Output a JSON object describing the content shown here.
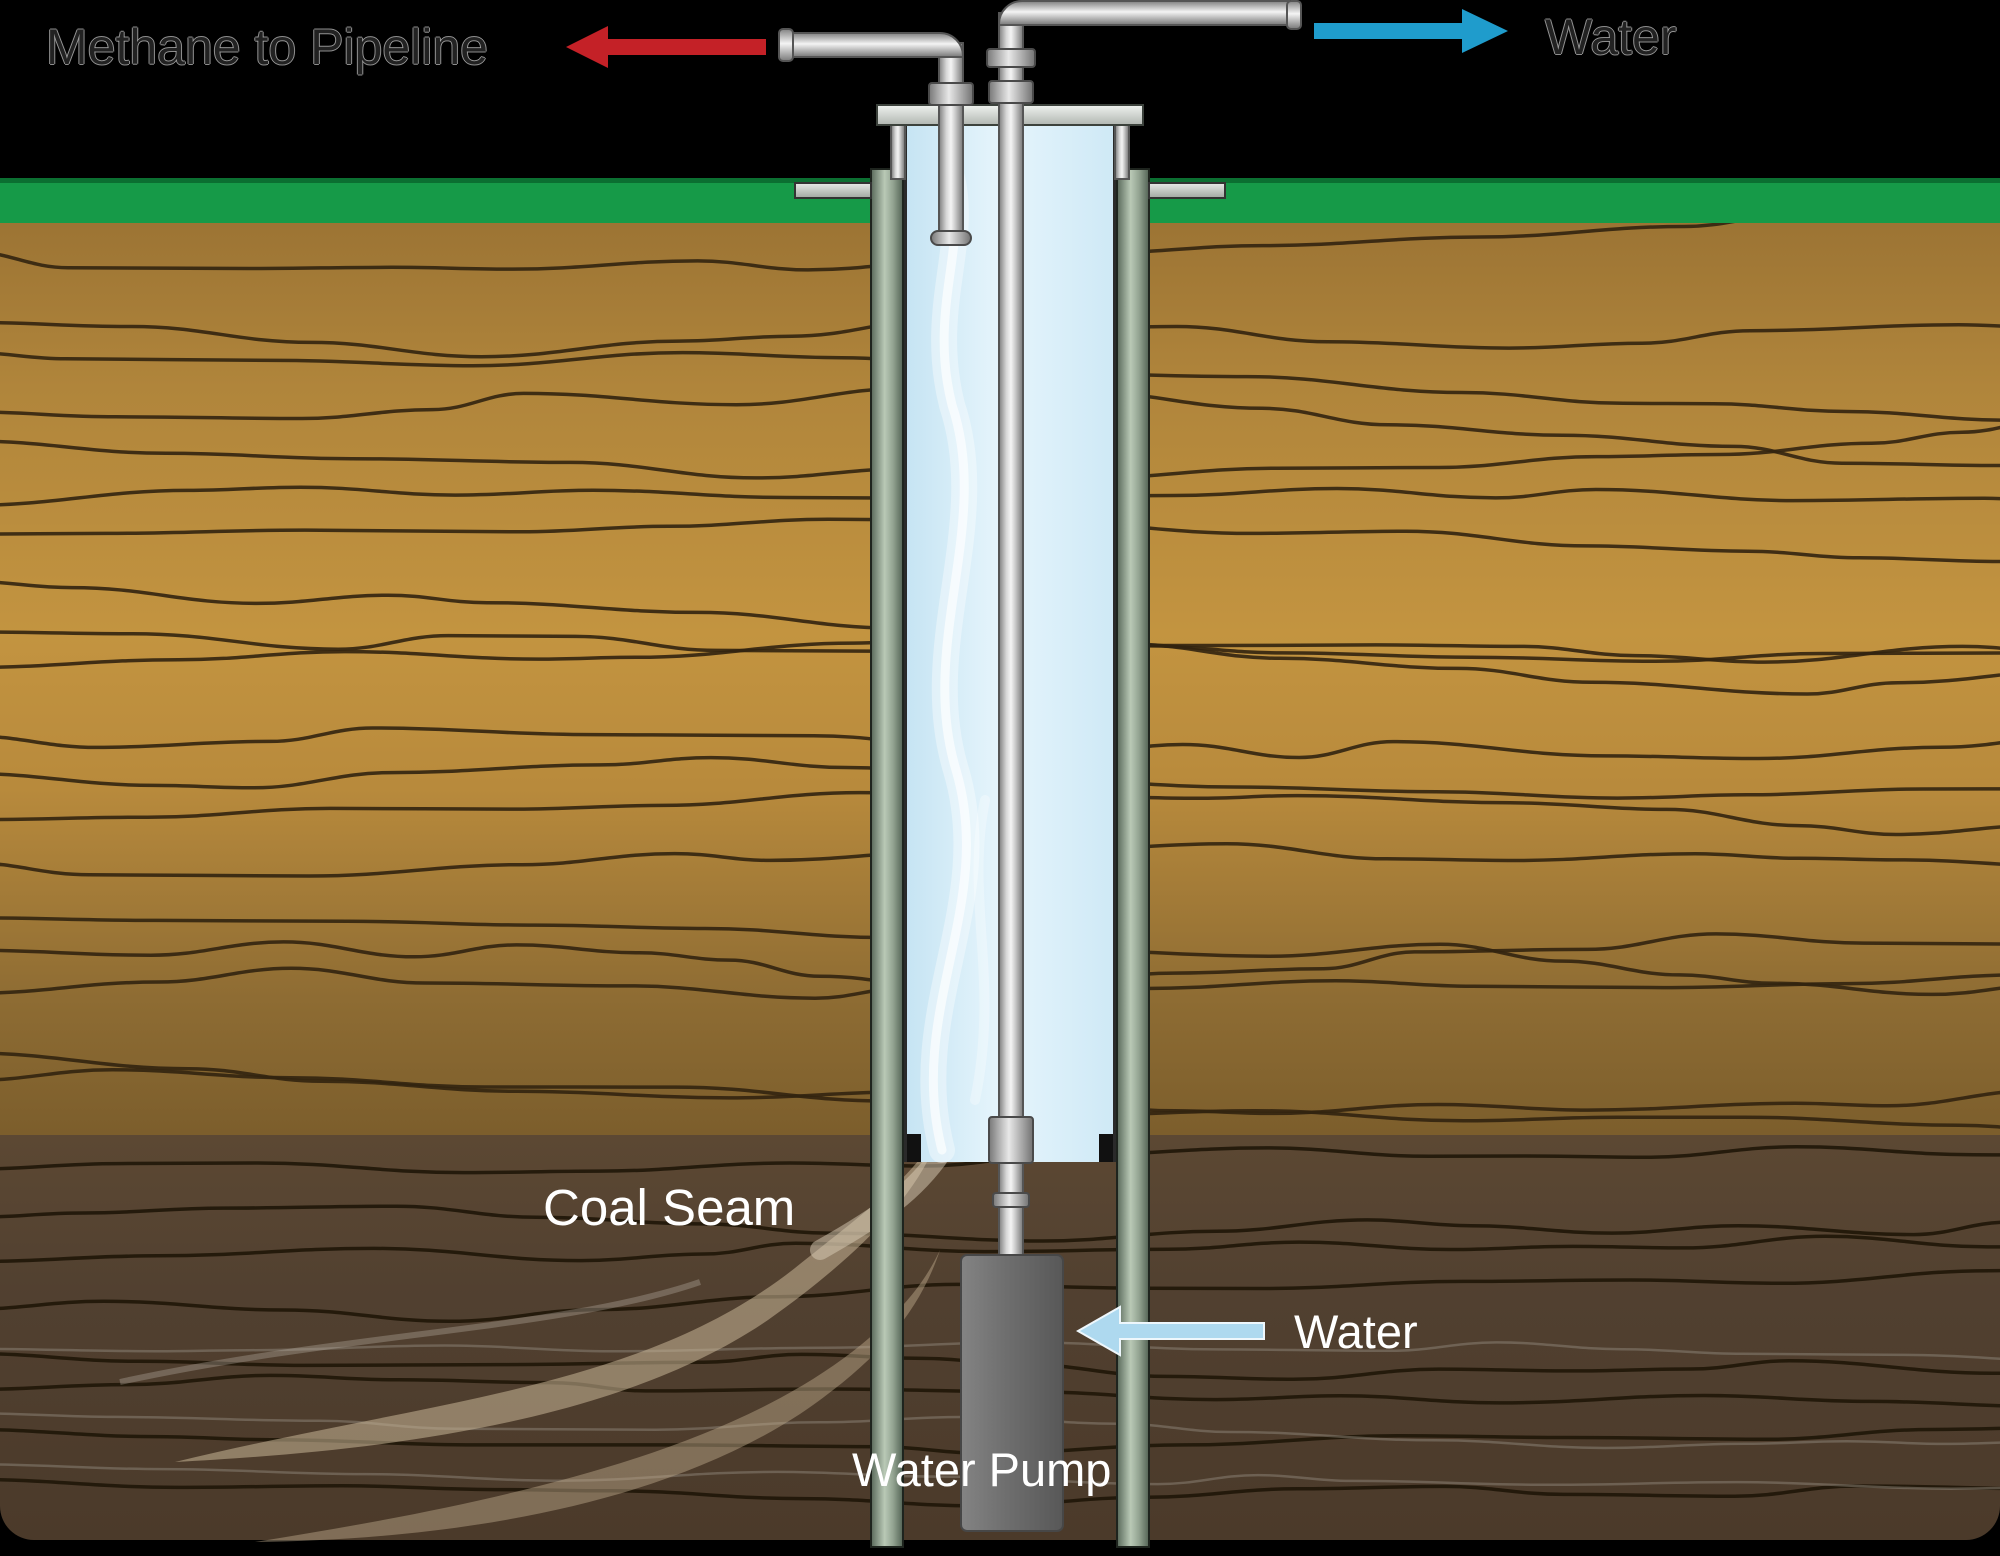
{
  "diagram": {
    "labels": {
      "methane_pipeline": "Methane to Pipeline",
      "water_out": "Water",
      "coal_seam": "Coal Seam",
      "water_in": "Water",
      "water_pump": "Water Pump"
    },
    "colors": {
      "methane_arrow": "#c42127",
      "water_arrow": "#1f9ccc",
      "water_in_arrow": "#aed9ef",
      "grass": "#169a48",
      "soil": "#b5873c",
      "coal": "#54412e",
      "well_water": "#d8eef9"
    }
  }
}
